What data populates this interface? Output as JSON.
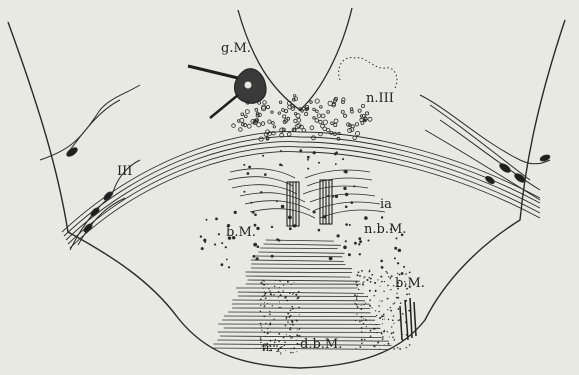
{
  "figure": {
    "labels": {
      "gM": "g.M.",
      "nIII": "n.III",
      "III": "III",
      "ia": "ia",
      "bM_left": "b.M.",
      "nbM": "n.b.M.",
      "bM_right": "b.M.",
      "dbM": "d.b.M.",
      "fr": "fr"
    },
    "colors": {
      "background": "#e9e9e3",
      "ink": "#2a2a2a",
      "ink_dark": "#1f1f1f"
    }
  }
}
